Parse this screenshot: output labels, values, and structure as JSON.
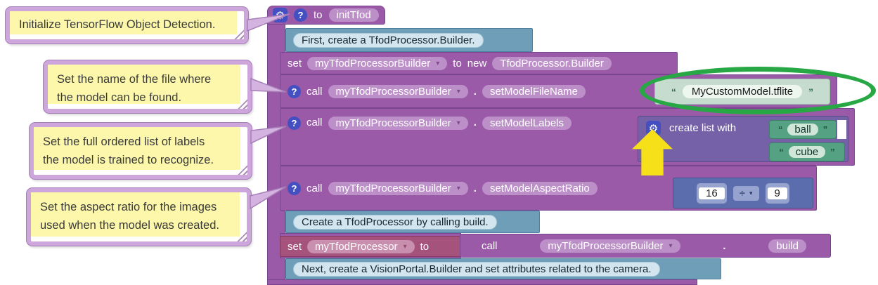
{
  "icons": {
    "gear": "⚙",
    "help": "?",
    "dropdown": "▾"
  },
  "quotes": {
    "open": "“",
    "close": "”"
  },
  "comments": {
    "init": "Initialize TensorFlow Object Detection.",
    "file": {
      "line1": "Set the name of the file where",
      "line2": "the model can be found."
    },
    "labels": {
      "line1": "Set the full ordered list of labels",
      "line2": "the model is trained to recognize."
    },
    "aspect": {
      "line1": "Set the aspect ratio for the images",
      "line2": "used when the model was created."
    }
  },
  "header": {
    "to": "to",
    "name": "initTfod"
  },
  "statements": {
    "comment_builder": "First, create a TfodProcessor.Builder.",
    "set_builder": {
      "set": "set",
      "variable": "myTfodProcessorBuilder",
      "to": "to",
      "new_kw": "new",
      "type_name": "TfodProcessor.Builder"
    },
    "file_name": {
      "call": "call",
      "variable": "myTfodProcessorBuilder",
      "dot": ".",
      "method": "setModelFileName",
      "value": "MyCustomModel.tflite"
    },
    "labels": {
      "call": "call",
      "variable": "myTfodProcessorBuilder",
      "dot": ".",
      "method": "setModelLabels",
      "list_label": "create list with",
      "items": [
        "ball",
        "cube"
      ]
    },
    "aspect": {
      "call": "call",
      "variable": "myTfodProcessorBuilder",
      "dot": ".",
      "method": "setModelAspectRatio",
      "numerator": "16",
      "operator": "÷",
      "denominator": "9"
    },
    "comment_build": "Create a TfodProcessor by calling build.",
    "set_processor": {
      "set": "set",
      "variable": "myTfodProcessor",
      "to": "to",
      "call": "call",
      "call_variable": "myTfodProcessorBuilder",
      "dot": ".",
      "method": "build"
    },
    "comment_next": "Next, create a VisionPortal.Builder and set attributes related to the camera."
  },
  "colors": {
    "block_purple": "#9a5aa8",
    "block_teal": "#6f9fb8",
    "block_maroon": "#a5537c",
    "block_indigo": "#7561a8",
    "block_green": "#55a183",
    "block_blue": "#5b6dac",
    "icon_blue": "#444fc1",
    "comment_fill": "#fcf7ab",
    "comment_border": "#cda6dc",
    "annotation_green": "#27a844",
    "annotation_yellow": "#f6e01a"
  }
}
